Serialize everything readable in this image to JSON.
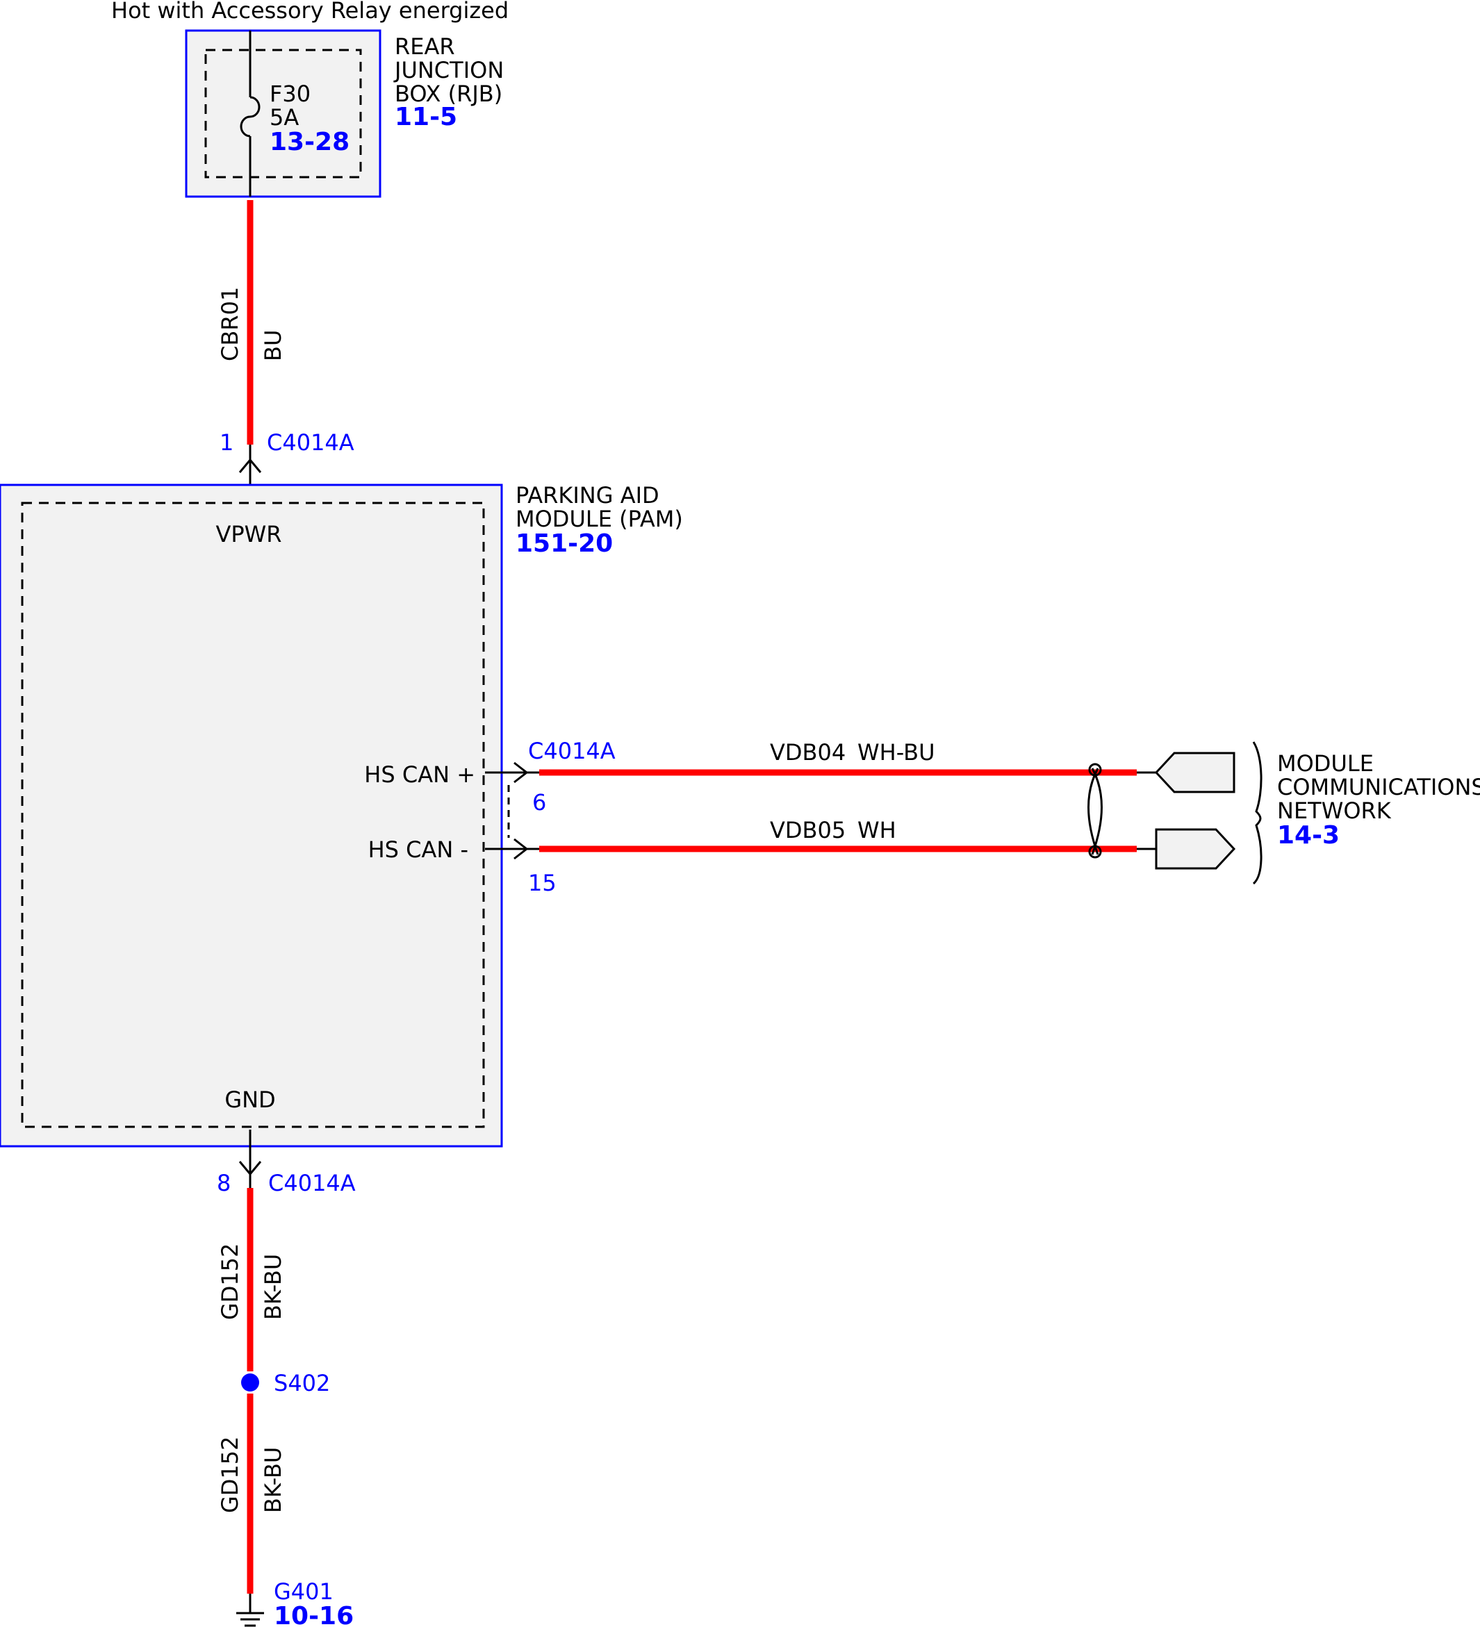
{
  "header_note": "Hot with Accessory Relay energized",
  "rjb": {
    "name_lines": [
      "REAR",
      "JUNCTION",
      "BOX (RJB)"
    ],
    "ref": "11-5",
    "fuse": {
      "id": "F30",
      "rating": "5A",
      "ref": "13-28"
    }
  },
  "wire_power": {
    "circuit": "CBR01",
    "color": "BU"
  },
  "conn_power": {
    "pin": "1",
    "connector": "C4014A"
  },
  "pam": {
    "name_lines": [
      "PARKING AID",
      "MODULE (PAM)"
    ],
    "ref": "151-20",
    "pins": {
      "vpwr": "VPWR",
      "gnd": "GND",
      "can_plus": "HS CAN +",
      "can_minus": "HS CAN -"
    }
  },
  "conn_can": {
    "connector": "C4014A",
    "pin_plus": "6",
    "pin_minus": "15"
  },
  "wire_can_plus": {
    "circuit": "VDB04",
    "color": "WH-BU"
  },
  "wire_can_minus": {
    "circuit": "VDB05",
    "color": "WH"
  },
  "network": {
    "name_lines": [
      "MODULE",
      "COMMUNICATIONS",
      "NETWORK"
    ],
    "ref": "14-3"
  },
  "conn_gnd": {
    "pin": "8",
    "connector": "C4014A"
  },
  "wire_gnd_1": {
    "circuit": "GD152",
    "color": "BK-BU"
  },
  "splice": {
    "id": "S402"
  },
  "wire_gnd_2": {
    "circuit": "GD152",
    "color": "BK-BU"
  },
  "ground": {
    "id": "G401",
    "ref": "10-16"
  },
  "colors": {
    "wire": "#ff0000",
    "component_outline": "#0000ff",
    "component_fill": "#f2f2f2",
    "reference": "#0000ff"
  }
}
